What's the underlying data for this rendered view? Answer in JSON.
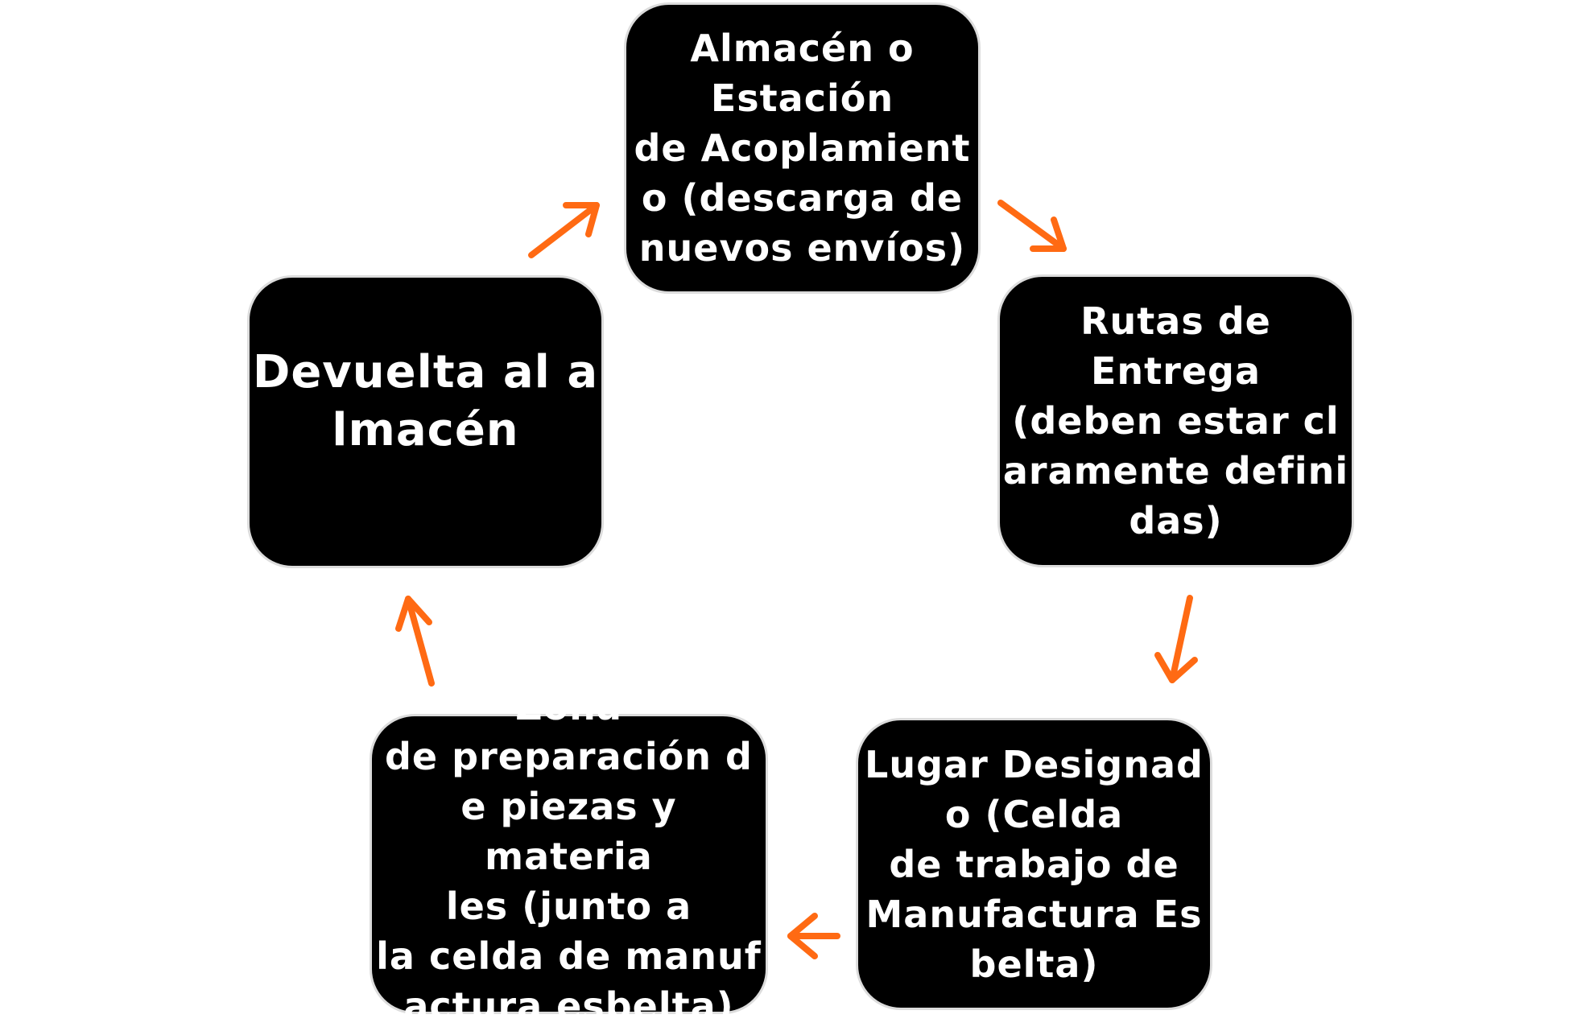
{
  "diagram": {
    "type": "cycle",
    "arrow_color": "#ff6a13",
    "nodes": [
      {
        "id": "warehouse",
        "text": "Almacén o\nEstación\nde Acoplamient\no (descarga de\nnuevos envíos)"
      },
      {
        "id": "routes",
        "text": "Rutas de\nEntrega\n(deben estar cl\naramente defini\ndas)"
      },
      {
        "id": "place",
        "text": "Lugar Designad\no (Celda\nde trabajo de\nManufactura Es\nbelta)"
      },
      {
        "id": "zone",
        "text": "Zona\nde preparación d\ne piezas y materia\nles (junto a\nla celda de manuf\nactura esbelta)"
      },
      {
        "id": "return",
        "text": "Devuelta al a\nlmacén"
      }
    ],
    "edges": [
      {
        "from": "warehouse",
        "to": "routes"
      },
      {
        "from": "routes",
        "to": "place"
      },
      {
        "from": "place",
        "to": "zone"
      },
      {
        "from": "zone",
        "to": "return"
      },
      {
        "from": "return",
        "to": "warehouse"
      }
    ]
  }
}
